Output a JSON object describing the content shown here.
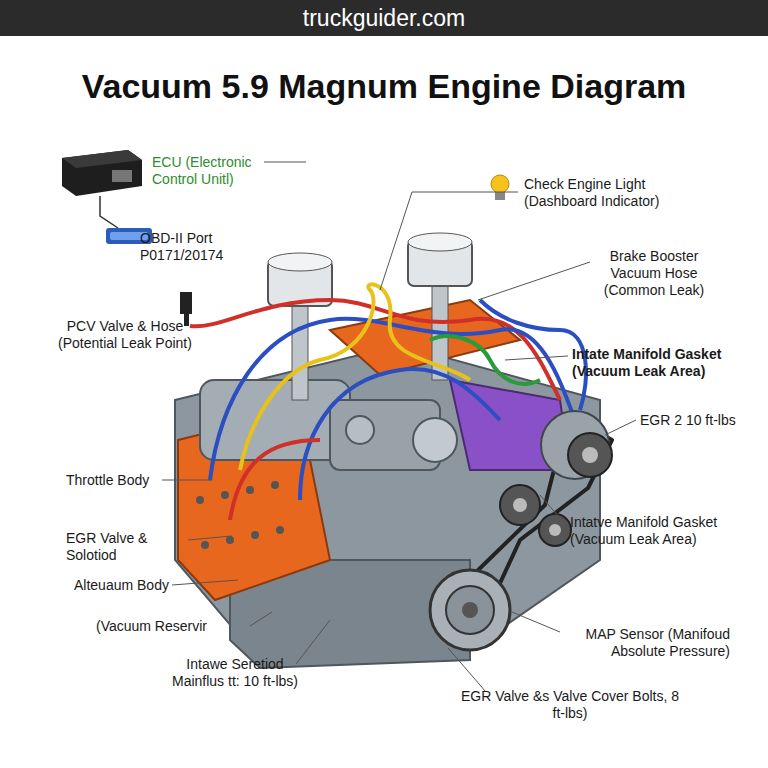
{
  "diagram": {
    "title": "Vacuum 5.9 Magnum Engine Diagram",
    "labels": [
      "truckguider.com",
      "ECU (Electronic Control Unitl)",
      "OBD-II Port P0171/20174",
      "Check Engine Light (Dashboard Indicator)",
      "Brake Booster Vacuum Hose (Common Leak)",
      "PCV Valve & Hose (Potential Leak Point)",
      "Intate Manifold Gasket (Vacuum Leak Area)",
      "EGR 2 10 ft-lbs",
      "Throttle Body",
      "Intatve Manifold Gasket (Vacuum Leak Area)",
      "EGR Valve & Solotiod",
      "Alteuaum Body",
      "(Vacuum Reservir",
      "MAP Sensor (Manifoud Absolute Pressure)",
      "Intawe Seretiod Mainflus tt: 10 ft-lbs)",
      "EGR Valve &s Valve Cover Bolts, 8 ft-lbs)"
    ]
  }
}
